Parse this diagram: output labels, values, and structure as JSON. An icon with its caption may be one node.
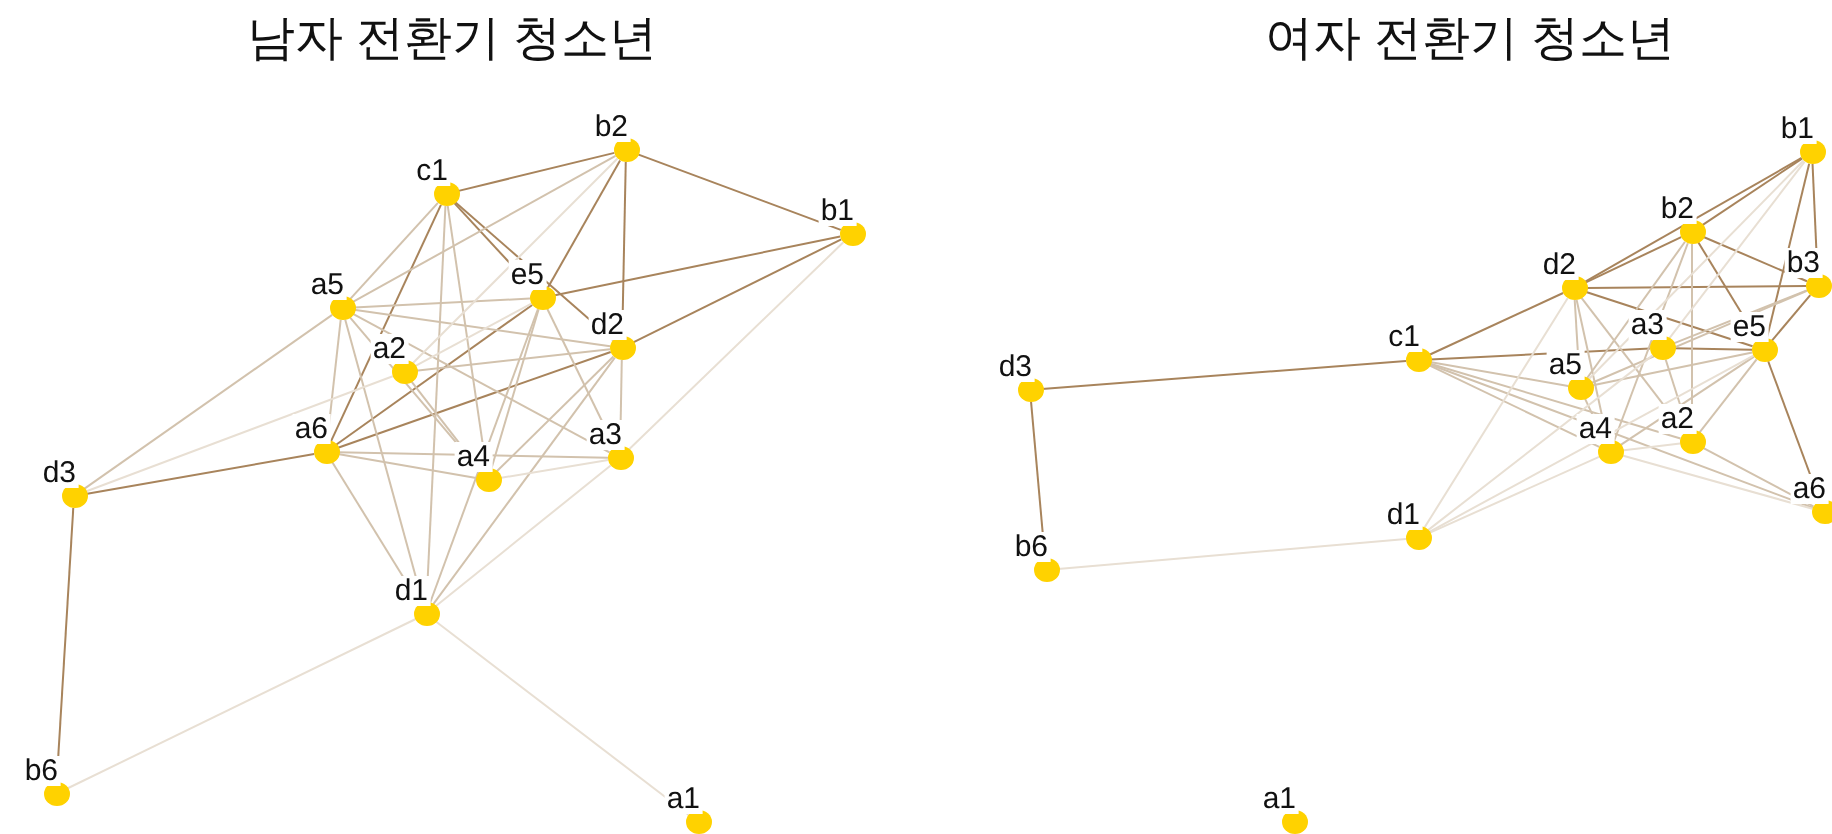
{
  "diagram": {
    "nodes": [
      {
        "text": [],
        "shape": "circle",
        "beside": [
          "c1"
        ]
      },
      {
        "text": [],
        "shape": "circle",
        "beside": [
          "b2"
        ]
      },
      {
        "text": [],
        "shape": "circle",
        "beside": [
          "b1"
        ]
      },
      {
        "text": [],
        "shape": "circle",
        "beside": [
          "a5"
        ]
      },
      {
        "text": [],
        "shape": "circle",
        "beside": [
          "e5"
        ]
      },
      {
        "text": [],
        "shape": "circle",
        "beside": [
          "d2"
        ]
      },
      {
        "text": [],
        "shape": "circle",
        "beside": [
          "a2"
        ]
      },
      {
        "text": [],
        "shape": "circle",
        "beside": [
          "a6"
        ]
      },
      {
        "text": [],
        "shape": "circle",
        "beside": [
          "a4"
        ]
      },
      {
        "text": [],
        "shape": "circle",
        "beside": [
          "a3"
        ]
      },
      {
        "text": [],
        "shape": "circle",
        "beside": [
          "d3"
        ]
      },
      {
        "text": [],
        "shape": "circle",
        "beside": [
          "d1"
        ]
      },
      {
        "text": [],
        "shape": "circle",
        "beside": [
          "b6"
        ]
      },
      {
        "text": [],
        "shape": "circle",
        "beside": [
          "a1"
        ]
      },
      {
        "text": [],
        "shape": "circle",
        "beside": [
          "b1"
        ]
      },
      {
        "text": [],
        "shape": "circle",
        "beside": [
          "b2"
        ]
      },
      {
        "text": [],
        "shape": "circle",
        "beside": [
          "d2"
        ]
      },
      {
        "text": [],
        "shape": "circle",
        "beside": [
          "b3"
        ]
      },
      {
        "text": [],
        "shape": "circle",
        "beside": [
          "a3"
        ]
      },
      {
        "text": [],
        "shape": "circle",
        "beside": [
          "e5"
        ]
      },
      {
        "text": [],
        "shape": "circle",
        "beside": [
          "c1"
        ]
      },
      {
        "text": [],
        "shape": "circle",
        "beside": [
          "d3"
        ]
      },
      {
        "text": [],
        "shape": "circle",
        "beside": [
          "a5"
        ]
      },
      {
        "text": [],
        "shape": "circle",
        "beside": [
          "a2"
        ]
      },
      {
        "text": [],
        "shape": "circle",
        "beside": [
          "a4"
        ]
      },
      {
        "text": [],
        "shape": "circle",
        "beside": [
          "a6"
        ]
      },
      {
        "text": [],
        "shape": "circle",
        "beside": [
          "d1"
        ]
      },
      {
        "text": [],
        "shape": "circle",
        "beside": [
          "b6"
        ]
      },
      {
        "text": [],
        "shape": "circle",
        "beside": [
          "a1"
        ]
      }
    ],
    "edges": [
      {
        "from": 0,
        "to": 1,
        "arrow": "none",
        "color": "#a8845c"
      },
      {
        "from": 1,
        "to": 2,
        "arrow": "none",
        "color": "#a8845c"
      },
      {
        "from": 1,
        "to": 4,
        "arrow": "none",
        "color": "#a8845c"
      },
      {
        "from": 1,
        "to": 5,
        "arrow": "none",
        "color": "#a8845c"
      },
      {
        "from": 0,
        "to": 4,
        "arrow": "none",
        "color": "#a8845c"
      },
      {
        "from": 0,
        "to": 5,
        "arrow": "none",
        "color": "#a8845c"
      },
      {
        "from": 4,
        "to": 2,
        "arrow": "none",
        "color": "#a8845c"
      },
      {
        "from": 5,
        "to": 2,
        "arrow": "none",
        "color": "#a8845c"
      },
      {
        "from": 4,
        "to": 7,
        "arrow": "none",
        "color": "#a8845c"
      },
      {
        "from": 5,
        "to": 7,
        "arrow": "none",
        "color": "#a8845c"
      },
      {
        "from": 0,
        "to": 7,
        "arrow": "none",
        "color": "#a8845c"
      },
      {
        "from": 7,
        "to": 10,
        "arrow": "none",
        "color": "#a8845c"
      },
      {
        "from": 10,
        "to": 12,
        "arrow": "none",
        "color": "#a8845c"
      },
      {
        "from": 3,
        "to": 10,
        "arrow": "none"
      },
      {
        "from": 3,
        "to": 4,
        "arrow": "none"
      },
      {
        "from": 3,
        "to": 5,
        "arrow": "none"
      },
      {
        "from": 0,
        "to": 3,
        "arrow": "none"
      },
      {
        "from": 1,
        "to": 3,
        "arrow": "none"
      },
      {
        "from": 3,
        "to": 7,
        "arrow": "none"
      },
      {
        "from": 0,
        "to": 8,
        "arrow": "none"
      },
      {
        "from": 0,
        "to": 11,
        "arrow": "none"
      },
      {
        "from": 3,
        "to": 11,
        "arrow": "none"
      },
      {
        "from": 3,
        "to": 8,
        "arrow": "none"
      },
      {
        "from": 3,
        "to": 9,
        "arrow": "none"
      },
      {
        "from": 6,
        "to": 8,
        "arrow": "none"
      },
      {
        "from": 6,
        "to": 5,
        "arrow": "none"
      },
      {
        "from": 7,
        "to": 9,
        "arrow": "none"
      },
      {
        "from": 7,
        "to": 8,
        "arrow": "none"
      },
      {
        "from": 7,
        "to": 11,
        "arrow": "none"
      },
      {
        "from": 4,
        "to": 8,
        "arrow": "none"
      },
      {
        "from": 4,
        "to": 11,
        "arrow": "none"
      },
      {
        "from": 4,
        "to": 9,
        "arrow": "none"
      },
      {
        "from": 5,
        "to": 8,
        "arrow": "none"
      },
      {
        "from": 5,
        "to": 11,
        "arrow": "none"
      },
      {
        "from": 5,
        "to": 9,
        "arrow": "none"
      },
      {
        "from": 9,
        "to": 11,
        "arrow": "none",
        "color": "#e8dfd3"
      },
      {
        "from": 9,
        "to": 2,
        "arrow": "none",
        "color": "#e8dfd3"
      },
      {
        "from": 11,
        "to": 12,
        "arrow": "none",
        "color": "#e8dfd3"
      },
      {
        "from": 11,
        "to": 13,
        "arrow": "none",
        "color": "#e8dfd3"
      },
      {
        "from": 10,
        "to": 6,
        "arrow": "none",
        "color": "#e8dfd3"
      },
      {
        "from": 6,
        "to": 4,
        "arrow": "none",
        "color": "#e8dfd3"
      },
      {
        "from": 8,
        "to": 9,
        "arrow": "none",
        "color": "#e8dfd3"
      },
      {
        "from": 1,
        "to": 6,
        "arrow": "none",
        "color": "#e8dfd3"
      },
      {
        "from": 21,
        "to": 20,
        "arrow": "none",
        "color": "#a8845c"
      },
      {
        "from": 21,
        "to": 27,
        "arrow": "none",
        "color": "#a8845c"
      },
      {
        "from": 20,
        "to": 16,
        "arrow": "none",
        "color": "#a8845c"
      },
      {
        "from": 16,
        "to": 14,
        "arrow": "none",
        "color": "#a8845c"
      },
      {
        "from": 16,
        "to": 15,
        "arrow": "none",
        "color": "#a8845c"
      },
      {
        "from": 16,
        "to": 19,
        "arrow": "none",
        "color": "#a8845c"
      },
      {
        "from": 16,
        "to": 17,
        "arrow": "none",
        "color": "#a8845c"
      },
      {
        "from": 15,
        "to": 14,
        "arrow": "none",
        "color": "#a8845c"
      },
      {
        "from": 14,
        "to": 19,
        "arrow": "none",
        "color": "#a8845c"
      },
      {
        "from": 14,
        "to": 17,
        "arrow": "none",
        "color": "#a8845c"
      },
      {
        "from": 15,
        "to": 17,
        "arrow": "none",
        "color": "#a8845c"
      },
      {
        "from": 15,
        "to": 19,
        "arrow": "none",
        "color": "#a8845c"
      },
      {
        "from": 20,
        "to": 18,
        "arrow": "none",
        "color": "#a8845c"
      },
      {
        "from": 18,
        "to": 19,
        "arrow": "none",
        "color": "#a8845c"
      },
      {
        "from": 19,
        "to": 17,
        "arrow": "none",
        "color": "#a8845c"
      },
      {
        "from": 19,
        "to": 25,
        "arrow": "none",
        "color": "#a8845c"
      },
      {
        "from": 20,
        "to": 22,
        "arrow": "none"
      },
      {
        "from": 20,
        "to": 23,
        "arrow": "none"
      },
      {
        "from": 22,
        "to": 19,
        "arrow": "none"
      },
      {
        "from": 18,
        "to": 17,
        "arrow": "none"
      },
      {
        "from": 16,
        "to": 22,
        "arrow": "none"
      },
      {
        "from": 23,
        "to": 25,
        "arrow": "none"
      },
      {
        "from": 22,
        "to": 17,
        "arrow": "none"
      },
      {
        "from": 20,
        "to": 24,
        "arrow": "none"
      },
      {
        "from": 20,
        "to": 25,
        "arrow": "none"
      },
      {
        "from": 16,
        "to": 24,
        "arrow": "none"
      },
      {
        "from": 16,
        "to": 23,
        "arrow": "none"
      },
      {
        "from": 22,
        "to": 15,
        "arrow": "none"
      },
      {
        "from": 24,
        "to": 19,
        "arrow": "none"
      },
      {
        "from": 24,
        "to": 15,
        "arrow": "none"
      },
      {
        "from": 23,
        "to": 19,
        "arrow": "none"
      },
      {
        "from": 23,
        "to": 15,
        "arrow": "none"
      },
      {
        "from": 22,
        "to": 24,
        "arrow": "none"
      },
      {
        "from": 18,
        "to": 23,
        "arrow": "none"
      },
      {
        "from": 24,
        "to": 23,
        "arrow": "none",
        "color": "#e8dfd3"
      },
      {
        "from": 24,
        "to": 25,
        "arrow": "none",
        "color": "#e8dfd3"
      },
      {
        "from": 26,
        "to": 16,
        "arrow": "none",
        "color": "#e8dfd3"
      },
      {
        "from": 26,
        "to": 19,
        "arrow": "none",
        "color": "#e8dfd3"
      },
      {
        "from": 26,
        "to": 27,
        "arrow": "none",
        "color": "#e8dfd3"
      },
      {
        "from": 26,
        "to": 24,
        "arrow": "none",
        "color": "#e8dfd3"
      },
      {
        "from": 26,
        "to": 18,
        "arrow": "none",
        "color": "#e8dfd3"
      },
      {
        "from": 14,
        "to": 22,
        "arrow": "none",
        "color": "#e8dfd3"
      },
      {
        "from": 14,
        "to": 18,
        "arrow": "none",
        "color": "#e8dfd3"
      }
    ],
    "labels": [
      "남자 전환기 청소년",
      "여자 전환기 청소년"
    ]
  }
}
